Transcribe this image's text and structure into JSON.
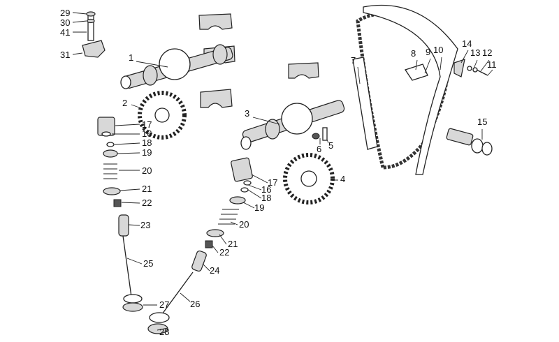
{
  "diagram": {
    "labels": [
      "29",
      "30",
      "41",
      "31",
      "1",
      "2",
      "17",
      "16",
      "18",
      "19",
      "20",
      "21",
      "22",
      "23",
      "25",
      "27",
      "28",
      "3",
      "6",
      "5",
      "4",
      "17",
      "16",
      "18",
      "19",
      "20",
      "21",
      "22",
      "24",
      "26",
      "7",
      "8",
      "9",
      "10",
      "14",
      "13",
      "12",
      "11",
      "15"
    ],
    "colors": {
      "line": "#222222",
      "shade": "#d8d8d8"
    }
  }
}
